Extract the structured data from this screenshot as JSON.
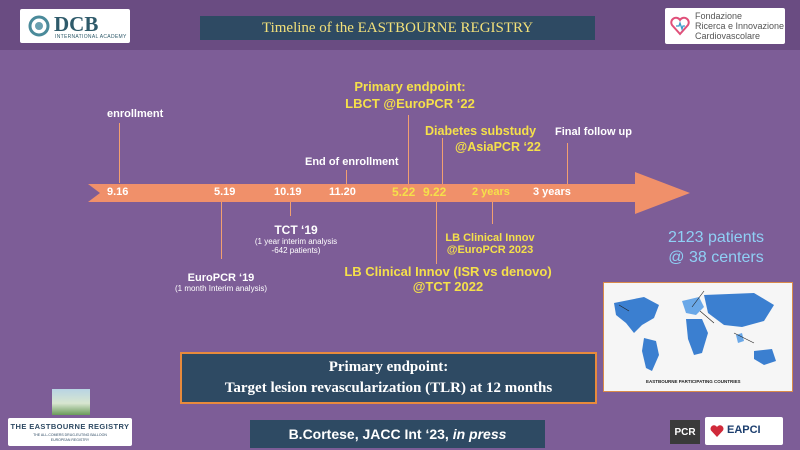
{
  "header": {
    "title": "Timeline of the EASTBOURNE REGISTRY",
    "dcb_logo": {
      "mark": "DCB",
      "subtitle": "INTERNATIONAL ACADEMY"
    },
    "foundation_logo": {
      "line1": "Fondazione",
      "line2": "Ricerca e Innovazione",
      "line3": "Cardiovascolare"
    }
  },
  "timeline": {
    "axis_dates": [
      "9.16",
      "5.19",
      "10.19",
      "11.20",
      "5.22",
      "9.22",
      "2 years",
      "3 years"
    ],
    "events": {
      "enrollment": "enrollment",
      "end_enrollment": "End of enrollment",
      "primary_endpoint_line1": "Primary endpoint:",
      "primary_endpoint_line2": "LBCT @EuroPCR ‘22",
      "diabetes_line1": "Diabetes substudy",
      "diabetes_line2": "@AsiaPCR ‘22",
      "final_followup": "Final follow up",
      "tct19_title": "TCT ‘19",
      "tct19_sub1": "(1 year interim analysis",
      "tct19_sub2": "-642 patients)",
      "europcr19_title": "EuroPCR ‘19",
      "europcr19_sub": "(1 month Interim analysis)",
      "lb_innov_line1": "LB Clinical Innov",
      "lb_innov_line2": "@EuroPCR 2023",
      "lb_isr_line1": "LB Clinical Innov (ISR vs denovo)",
      "lb_isr_line2": "@TCT 2022"
    }
  },
  "stats": {
    "patients": "2123 patients",
    "centers": "@ 38 centers"
  },
  "map": {
    "caption": "EASTBOURNE PARTICIPATING COUNTRIES"
  },
  "primary_endpoint": {
    "line1": "Primary endpoint:",
    "line2": "Target lesion revascularization (TLR) at 12 months"
  },
  "citation": {
    "prefix": "B.Cortese, JACC Int ‘23, ",
    "italic": "in press"
  },
  "footer_logos": {
    "eastbourne_line1": "THE EASTBOURNE REGISTRY",
    "eastbourne_line2": "THE ALL-COMERS DRUG-EUTING BALLOON",
    "eastbourne_line3": "EUROPEAN REGISTRY",
    "pcr": "PCR",
    "eapci": "EAPCI"
  },
  "colors": {
    "background": "#7d5d97",
    "arrow": "#f0906a",
    "title_bar": "#2e4a63",
    "highlight_yellow": "#f5e04a",
    "stat_blue": "#8fd0f5"
  }
}
